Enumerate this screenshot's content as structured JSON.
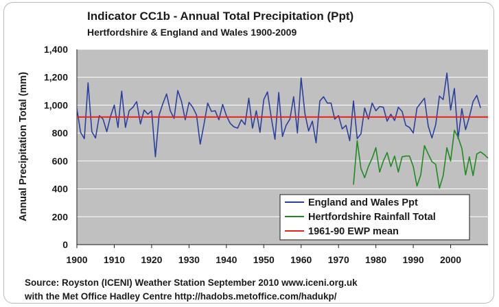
{
  "chart_data": {
    "type": "line",
    "title": "Indicator CC1b - Annual Total Precipitation (Ppt)",
    "subtitle": "Hertfordshire & England and Wales 1900-2009",
    "xlabel": "",
    "ylabel": "Annual Precipitation Total (mm)",
    "xlim": [
      1900,
      2010
    ],
    "ylim": [
      0,
      1400
    ],
    "x_ticks": [
      "1900",
      "1910",
      "1920",
      "1930",
      "1940",
      "1950",
      "1960",
      "1970",
      "1980",
      "1990",
      "2000"
    ],
    "y_ticks": [
      "0",
      "200",
      "400",
      "600",
      "800",
      "1,000",
      "1,200",
      "1,400"
    ],
    "grid": true,
    "legend_position": "bottom-right",
    "series": [
      {
        "name": "England and Wales Ppt",
        "color": "#2a3f9c",
        "x_start": 1900,
        "values": [
          975,
          805,
          760,
          1160,
          810,
          765,
          925,
          900,
          810,
          920,
          1000,
          840,
          1100,
          840,
          960,
          985,
          1025,
          865,
          965,
          935,
          960,
          630,
          930,
          1010,
          1080,
          960,
          905,
          1105,
          1025,
          895,
          1020,
          985,
          930,
          720,
          860,
          1015,
          955,
          960,
          895,
          1005,
          925,
          870,
          845,
          835,
          895,
          860,
          1050,
          835,
          960,
          805,
          1040,
          1095,
          910,
          755,
          1090,
          775,
          855,
          900,
          1060,
          800,
          1195,
          940,
          815,
          885,
          730,
          1030,
          1060,
          1015,
          1015,
          900,
          925,
          830,
          855,
          745,
          1030,
          760,
          795,
          980,
          900,
          1015,
          960,
          990,
          985,
          885,
          935,
          890,
          985,
          955,
          855,
          840,
          800,
          980,
          1015,
          1050,
          850,
          765,
          860,
          1065,
          1040,
          1230,
          965,
          1120,
          760,
          975,
          825,
          915,
          1025,
          1070,
          980
        ]
      },
      {
        "name": "Hertfordshire Rainfall Total",
        "color": "#1f8a1f",
        "x_start": 1974,
        "values": [
          430,
          745,
          545,
          480,
          560,
          620,
          695,
          520,
          600,
          660,
          560,
          635,
          520,
          630,
          635,
          635,
          560,
          420,
          500,
          710,
          650,
          595,
          575,
          405,
          495,
          695,
          600,
          820,
          770,
          690,
          500,
          630,
          495,
          650,
          665,
          645,
          620
        ]
      },
      {
        "name": "1961-90 EWP mean",
        "color": "#e8201c",
        "x_start": 1900,
        "x_end": 2010,
        "value": 915
      }
    ]
  },
  "source_line1": "Source: Royston (ICENI) Weather Station September 2010 www.iceni.org.uk",
  "source_line2": "with the Met Office Hadley Centre http://hadobs.metoffice.com/hadukp/"
}
